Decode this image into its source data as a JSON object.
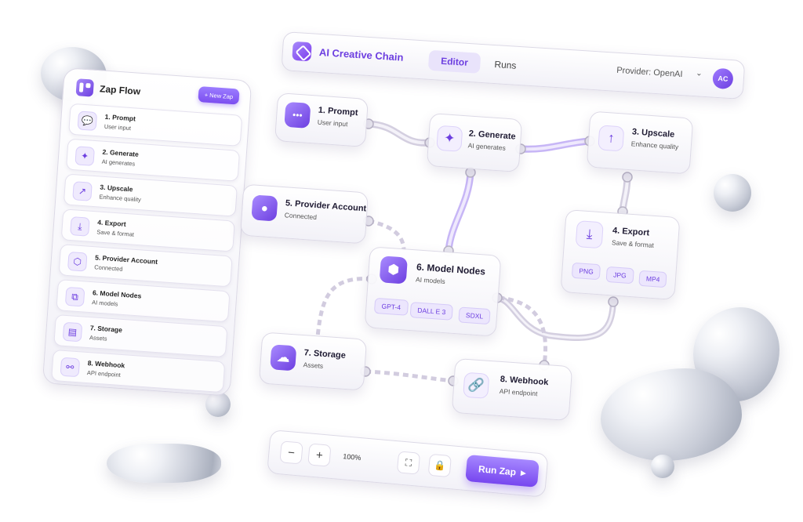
{
  "header": {
    "brand": "AI Creative Chain",
    "tabs": [
      {
        "label": "Editor",
        "active": true
      },
      {
        "label": "Runs",
        "active": false
      }
    ],
    "provider_label": "Provider: OpenAI",
    "avatar_initials": "AC"
  },
  "sidebar": {
    "title": "Zap Flow",
    "new_button": "+ New Zap",
    "items": [
      {
        "name": "1. Prompt",
        "sub": "User input",
        "icon": "chat-icon"
      },
      {
        "name": "2. Generate",
        "sub": "AI generates",
        "icon": "sparkle-icon"
      },
      {
        "name": "3. Upscale",
        "sub": "Enhance quality",
        "icon": "chart-up-icon"
      },
      {
        "name": "4. Export",
        "sub": "Save & format",
        "icon": "download-icon"
      },
      {
        "name": "5. Provider Account",
        "sub": "Connected",
        "icon": "cube-icon"
      },
      {
        "name": "6. Model Nodes",
        "sub": "AI models",
        "icon": "nodes-icon"
      },
      {
        "name": "7. Storage",
        "sub": "Assets",
        "icon": "storage-icon"
      },
      {
        "name": "8. Webhook",
        "sub": "API endpoint",
        "icon": "webhook-icon"
      }
    ]
  },
  "nodes": {
    "prompt": {
      "title": "1. Prompt",
      "sub": "User input",
      "icon": "chat-icon"
    },
    "generate": {
      "title": "2. Generate",
      "sub": "AI generates",
      "icon": "sparkle-icon"
    },
    "upscale": {
      "title": "3. Upscale",
      "sub": "Enhance quality",
      "icon": "arrow-up-icon"
    },
    "export": {
      "title": "4. Export",
      "sub": "Save & format",
      "icon": "download-icon",
      "formats": [
        "PNG",
        "JPG",
        "MP4"
      ]
    },
    "provider": {
      "title": "5. Provider Account",
      "sub": "Connected",
      "icon": "user-icon"
    },
    "models": {
      "title": "6. Model Nodes",
      "sub": "AI models",
      "icon": "cube-icon",
      "models": [
        "GPT-4",
        "DALL E 3",
        "SDXL"
      ]
    },
    "storage": {
      "title": "7. Storage",
      "sub": "Assets",
      "icon": "cloud-icon"
    },
    "webhook": {
      "title": "8. Webhook",
      "sub": "API endpoint",
      "icon": "link-icon"
    }
  },
  "toolbar": {
    "zoom_out": "−",
    "zoom_in": "+",
    "zoom_level": "100%",
    "run_label": "Run Zap"
  },
  "colors": {
    "accent": "#7c4ef0",
    "accent_light": "#ece6fd",
    "text": "#1f1b33"
  }
}
